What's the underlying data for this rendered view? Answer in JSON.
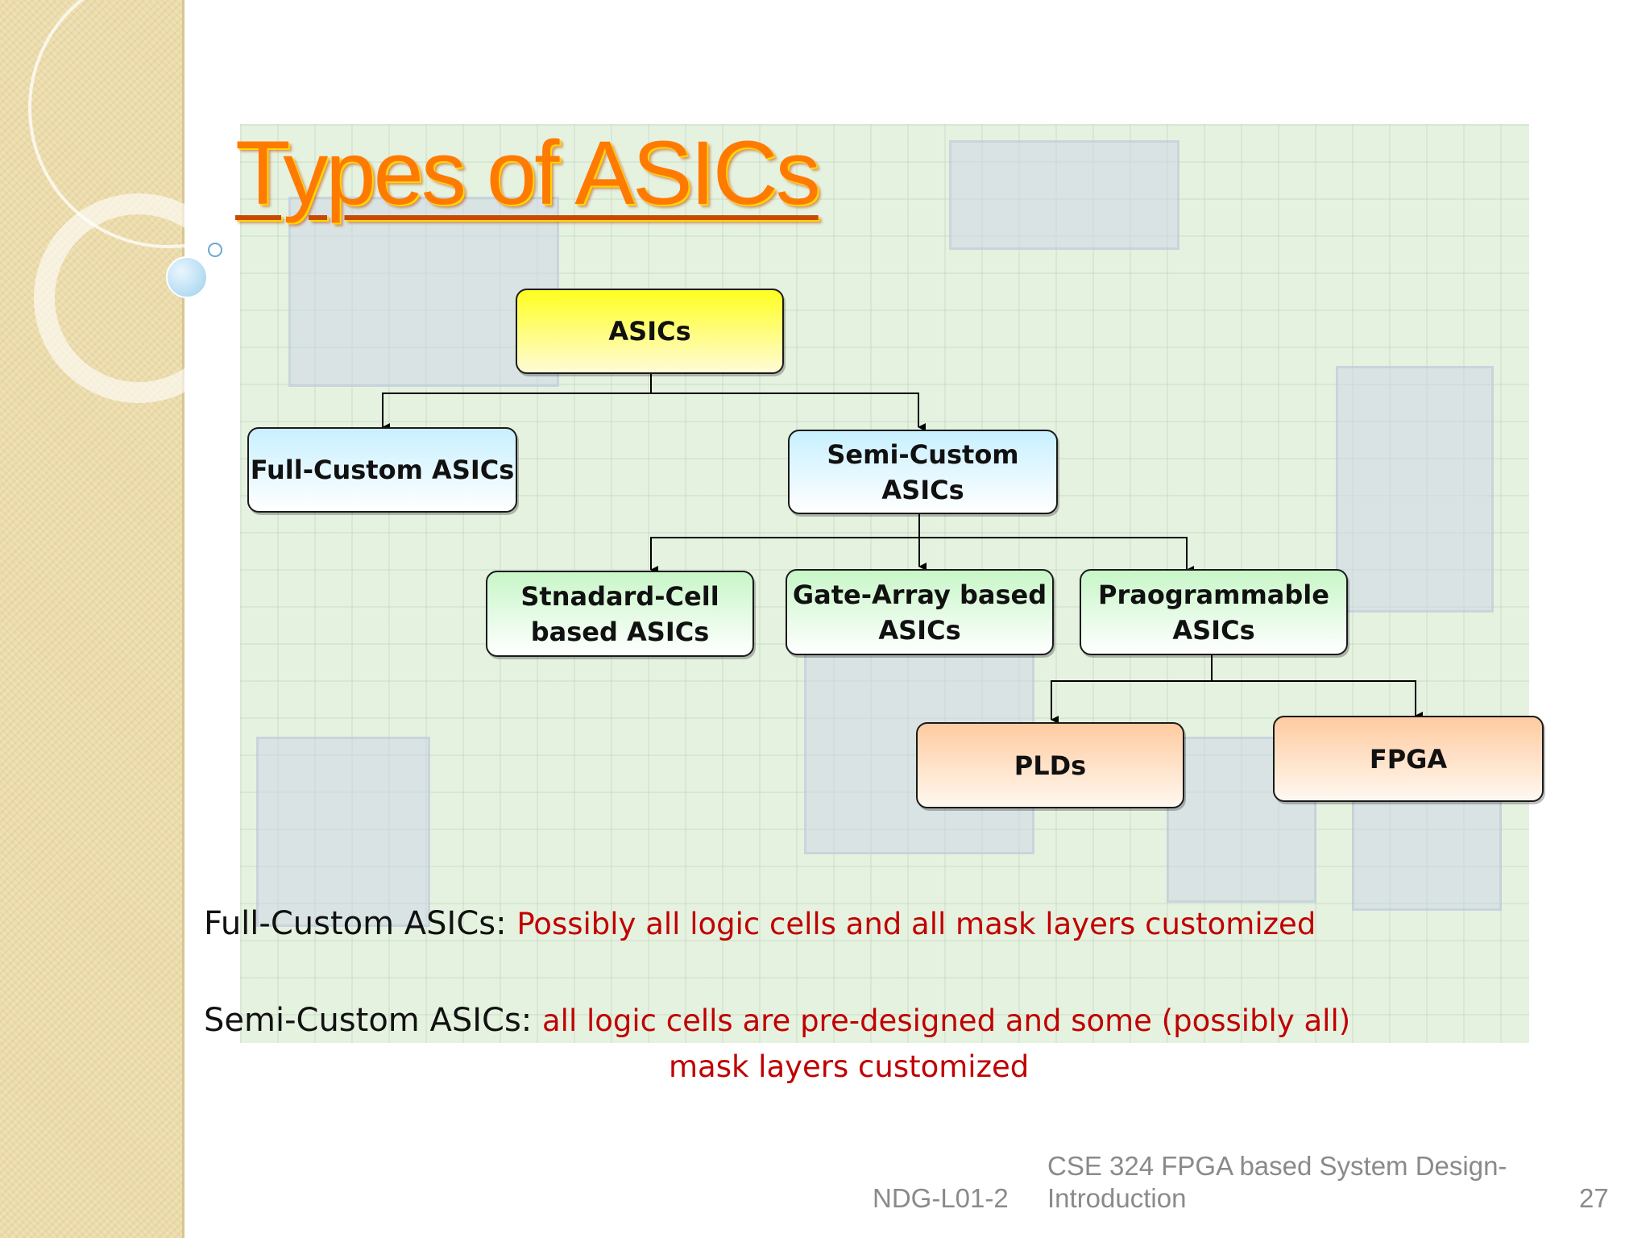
{
  "slide": {
    "title": "Types of ASICs"
  },
  "diagram": {
    "nodes": {
      "asics": "ASICs",
      "full_custom": "Full-Custom ASICs",
      "semi_custom": "Semi-Custom\nASICs",
      "standard_cell": "Stnadard-Cell\nbased ASICs",
      "gate_array": "Gate-Array based\nASICs",
      "programmable": "Praogrammable\nASICs",
      "plds": "PLDs",
      "fpga": "FPGA"
    },
    "edges": [
      [
        "asics",
        "full_custom"
      ],
      [
        "asics",
        "semi_custom"
      ],
      [
        "semi_custom",
        "standard_cell"
      ],
      [
        "semi_custom",
        "gate_array"
      ],
      [
        "semi_custom",
        "programmable"
      ],
      [
        "programmable",
        "plds"
      ],
      [
        "programmable",
        "fpga"
      ]
    ]
  },
  "descriptions": {
    "full_custom": {
      "term": "Full-Custom ASICs:",
      "definition": "Possibly all logic cells and all mask layers customized"
    },
    "semi_custom": {
      "term": "Semi-Custom ASICs:",
      "definition_line1": "all logic cells are pre-designed and some (possibly all)",
      "definition_line2": "mask layers customized"
    }
  },
  "footer": {
    "code": "NDG-L01-2",
    "course_line1": "CSE 324 FPGA based System Design-",
    "course_line2": "Introduction",
    "page_number": "27"
  },
  "colors": {
    "title": "#ff7a00",
    "definition_text": "#c00000",
    "footer_text": "#8a8a8a",
    "sidebar": "#ecdcab"
  }
}
